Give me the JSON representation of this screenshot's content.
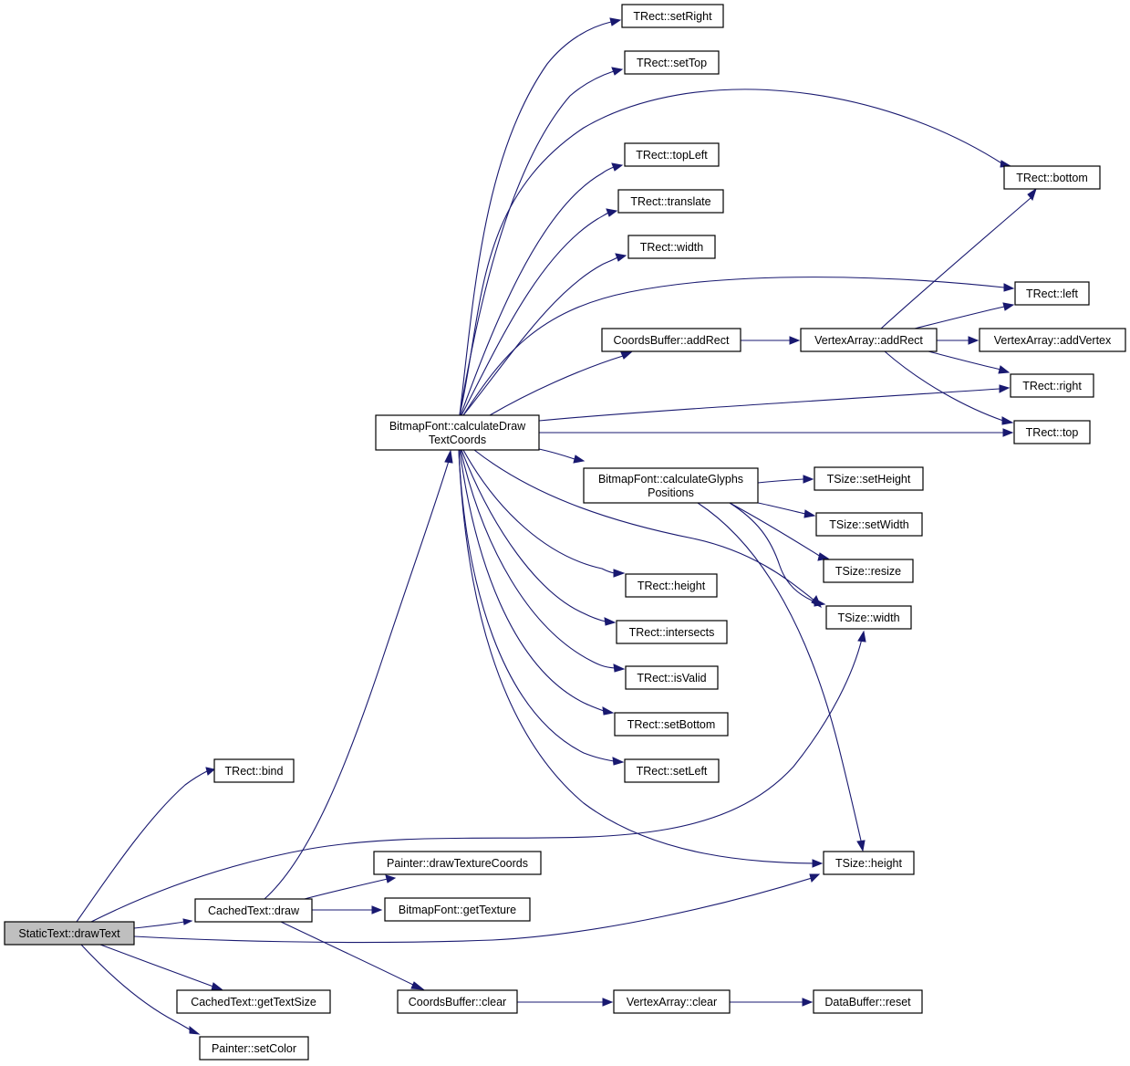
{
  "graph": {
    "colors": {
      "edge": "#191970",
      "node_border": "#000000",
      "node_fill": "#ffffff",
      "root_fill": "#bfbfbf"
    },
    "nodes": [
      {
        "id": "root",
        "lines": [
          "StaticText::drawText"
        ],
        "root": true
      },
      {
        "id": "bind",
        "lines": [
          "TRect::bind"
        ]
      },
      {
        "id": "cachedDraw",
        "lines": [
          "CachedText::draw"
        ]
      },
      {
        "id": "getTextSize",
        "lines": [
          "CachedText::getTextSize"
        ]
      },
      {
        "id": "setColor",
        "lines": [
          "Painter::setColor"
        ]
      },
      {
        "id": "drawTextureCoords",
        "lines": [
          "Painter::drawTextureCoords"
        ]
      },
      {
        "id": "getTexture",
        "lines": [
          "BitmapFont::getTexture"
        ]
      },
      {
        "id": "cbClear",
        "lines": [
          "CoordsBuffer::clear"
        ]
      },
      {
        "id": "vaClear",
        "lines": [
          "VertexArray::clear"
        ]
      },
      {
        "id": "dbReset",
        "lines": [
          "DataBuffer::reset"
        ]
      },
      {
        "id": "calcDraw",
        "lines": [
          "BitmapFont::calculateDraw",
          "TextCoords"
        ]
      },
      {
        "id": "calcGlyphs",
        "lines": [
          "BitmapFont::calculateGlyphs",
          "Positions"
        ]
      },
      {
        "id": "setRight",
        "lines": [
          "TRect::setRight"
        ]
      },
      {
        "id": "setTop",
        "lines": [
          "TRect::setTop"
        ]
      },
      {
        "id": "topLeft",
        "lines": [
          "TRect::topLeft"
        ]
      },
      {
        "id": "translate",
        "lines": [
          "TRect::translate"
        ]
      },
      {
        "id": "rectWidth",
        "lines": [
          "TRect::width"
        ]
      },
      {
        "id": "cbAddRect",
        "lines": [
          "CoordsBuffer::addRect"
        ]
      },
      {
        "id": "vaAddRect",
        "lines": [
          "VertexArray::addRect"
        ]
      },
      {
        "id": "vaAddVertex",
        "lines": [
          "VertexArray::addVertex"
        ]
      },
      {
        "id": "rectBottom",
        "lines": [
          "TRect::bottom"
        ]
      },
      {
        "id": "rectLeft",
        "lines": [
          "TRect::left"
        ]
      },
      {
        "id": "rectRight",
        "lines": [
          "TRect::right"
        ]
      },
      {
        "id": "rectTop",
        "lines": [
          "TRect::top"
        ]
      },
      {
        "id": "rectHeight",
        "lines": [
          "TRect::height"
        ]
      },
      {
        "id": "intersects",
        "lines": [
          "TRect::intersects"
        ]
      },
      {
        "id": "isValid",
        "lines": [
          "TRect::isValid"
        ]
      },
      {
        "id": "setBottom",
        "lines": [
          "TRect::setBottom"
        ]
      },
      {
        "id": "setLeft",
        "lines": [
          "TRect::setLeft"
        ]
      },
      {
        "id": "sizeSetHeight",
        "lines": [
          "TSize::setHeight"
        ]
      },
      {
        "id": "sizeSetWidth",
        "lines": [
          "TSize::setWidth"
        ]
      },
      {
        "id": "sizeResize",
        "lines": [
          "TSize::resize"
        ]
      },
      {
        "id": "sizeWidth",
        "lines": [
          "TSize::width"
        ]
      },
      {
        "id": "sizeHeight",
        "lines": [
          "TSize::height"
        ]
      }
    ],
    "edges": [
      {
        "from": "root",
        "to": "bind"
      },
      {
        "from": "root",
        "to": "cachedDraw"
      },
      {
        "from": "root",
        "to": "getTextSize"
      },
      {
        "from": "root",
        "to": "setColor"
      },
      {
        "from": "root",
        "to": "sizeWidth"
      },
      {
        "from": "root",
        "to": "sizeHeight"
      },
      {
        "from": "cachedDraw",
        "to": "drawTextureCoords"
      },
      {
        "from": "cachedDraw",
        "to": "getTexture"
      },
      {
        "from": "cachedDraw",
        "to": "cbClear"
      },
      {
        "from": "cachedDraw",
        "to": "calcDraw"
      },
      {
        "from": "cbClear",
        "to": "vaClear"
      },
      {
        "from": "vaClear",
        "to": "dbReset"
      },
      {
        "from": "calcDraw",
        "to": "setRight"
      },
      {
        "from": "calcDraw",
        "to": "setTop"
      },
      {
        "from": "calcDraw",
        "to": "rectBottom"
      },
      {
        "from": "calcDraw",
        "to": "topLeft"
      },
      {
        "from": "calcDraw",
        "to": "translate"
      },
      {
        "from": "calcDraw",
        "to": "rectWidth"
      },
      {
        "from": "calcDraw",
        "to": "rectLeft"
      },
      {
        "from": "calcDraw",
        "to": "cbAddRect"
      },
      {
        "from": "calcDraw",
        "to": "rectRight"
      },
      {
        "from": "calcDraw",
        "to": "rectTop"
      },
      {
        "from": "calcDraw",
        "to": "calcGlyphs"
      },
      {
        "from": "calcDraw",
        "to": "sizeWidth"
      },
      {
        "from": "calcDraw",
        "to": "rectHeight"
      },
      {
        "from": "calcDraw",
        "to": "intersects"
      },
      {
        "from": "calcDraw",
        "to": "isValid"
      },
      {
        "from": "calcDraw",
        "to": "setBottom"
      },
      {
        "from": "calcDraw",
        "to": "setLeft"
      },
      {
        "from": "calcDraw",
        "to": "sizeHeight"
      },
      {
        "from": "cbAddRect",
        "to": "vaAddRect"
      },
      {
        "from": "vaAddRect",
        "to": "rectBottom"
      },
      {
        "from": "vaAddRect",
        "to": "rectLeft"
      },
      {
        "from": "vaAddRect",
        "to": "vaAddVertex"
      },
      {
        "from": "vaAddRect",
        "to": "rectRight"
      },
      {
        "from": "vaAddRect",
        "to": "rectTop"
      },
      {
        "from": "calcGlyphs",
        "to": "sizeSetHeight"
      },
      {
        "from": "calcGlyphs",
        "to": "sizeSetWidth"
      },
      {
        "from": "calcGlyphs",
        "to": "sizeResize"
      },
      {
        "from": "calcGlyphs",
        "to": "sizeWidth"
      },
      {
        "from": "calcGlyphs",
        "to": "sizeHeight"
      }
    ]
  }
}
